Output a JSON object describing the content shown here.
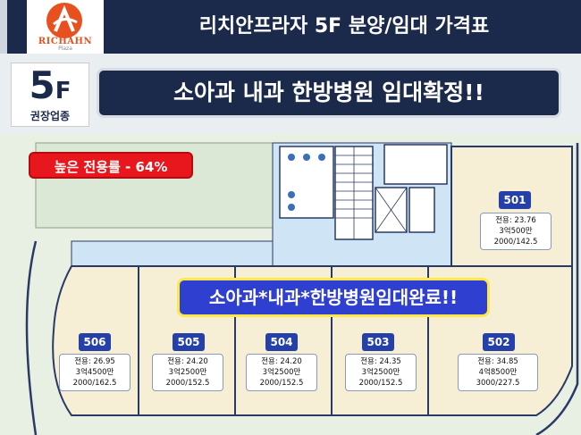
{
  "header": {
    "brand": "RICHAHN",
    "brand_sub": "Plaza",
    "title": "리치안프라자 5F 분양/임대 가격표"
  },
  "floor": {
    "number": "5",
    "suffix": "F",
    "category": "권장업종"
  },
  "banner": {
    "text": "소아과 내과 한방병원 임대확정!!"
  },
  "callouts": {
    "efficiency": "높은 전용률 - 64%",
    "leased": "소아과*내과*한방병원임대완료!!"
  },
  "units": [
    {
      "id": "501",
      "area": "전용: 23.76",
      "price": "3억500만",
      "rent": "2000/142.5"
    },
    {
      "id": "502",
      "area": "전용: 34.85",
      "price": "4억8500만",
      "rent": "3000/227.5"
    },
    {
      "id": "503",
      "area": "전용: 24.35",
      "price": "3억2500만",
      "rent": "2000/152.5"
    },
    {
      "id": "504",
      "area": "전용: 24.20",
      "price": "3억2500만",
      "rent": "2000/152.5"
    },
    {
      "id": "505",
      "area": "전용: 24.20",
      "price": "3억2500만",
      "rent": "2000/152.5"
    },
    {
      "id": "506",
      "area": "전용: 26.95",
      "price": "3억4500만",
      "rent": "2000/162.5"
    }
  ],
  "colors": {
    "navy": "#1b2a4b",
    "unit_fill": "#f7eed6",
    "corridor_fill": "#cfe5f5",
    "core_fill": "#ffffff",
    "wall": "#2a3a66",
    "red": "#e8171d",
    "blue_callout": "#2f3fd0",
    "label_blue": "#2540a8",
    "logo_orange": "#e8511f"
  }
}
